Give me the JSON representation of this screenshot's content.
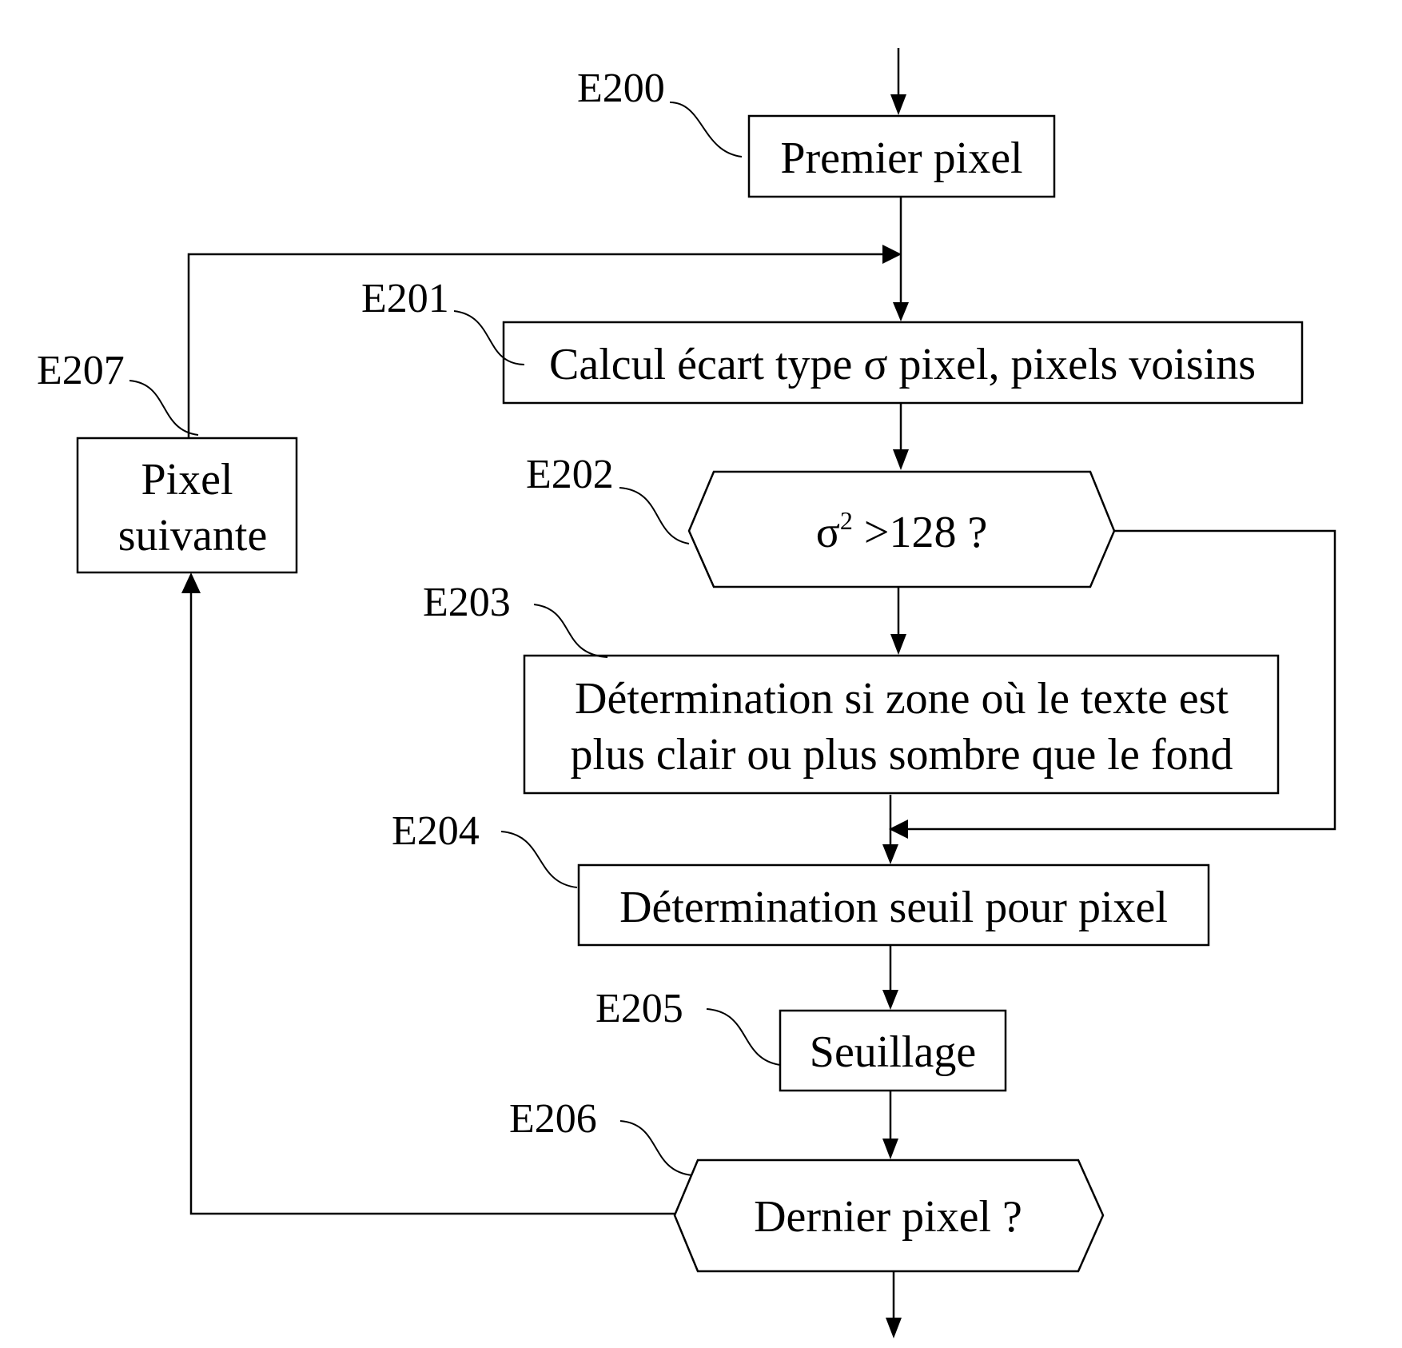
{
  "steps": {
    "e200": {
      "ref": "E200",
      "label": "Premier pixel"
    },
    "e201": {
      "ref": "E201",
      "label": "Calcul écart type σ pixel, pixels voisins"
    },
    "e202": {
      "ref": "E202",
      "sigma": "σ",
      "exponent": "2",
      "condition": " >128  ?"
    },
    "e203": {
      "ref": "E203",
      "line1": "Détermination si zone où le texte est",
      "line2": "plus clair ou plus sombre que le fond"
    },
    "e204": {
      "ref": "E204",
      "label": "Détermination seuil pour pixel"
    },
    "e205": {
      "ref": "E205",
      "label": "Seuillage"
    },
    "e206": {
      "ref": "E206",
      "label": "Dernier pixel ?"
    },
    "e207": {
      "ref": "E207",
      "line1": "Pixel",
      "line2": "suivante"
    }
  }
}
